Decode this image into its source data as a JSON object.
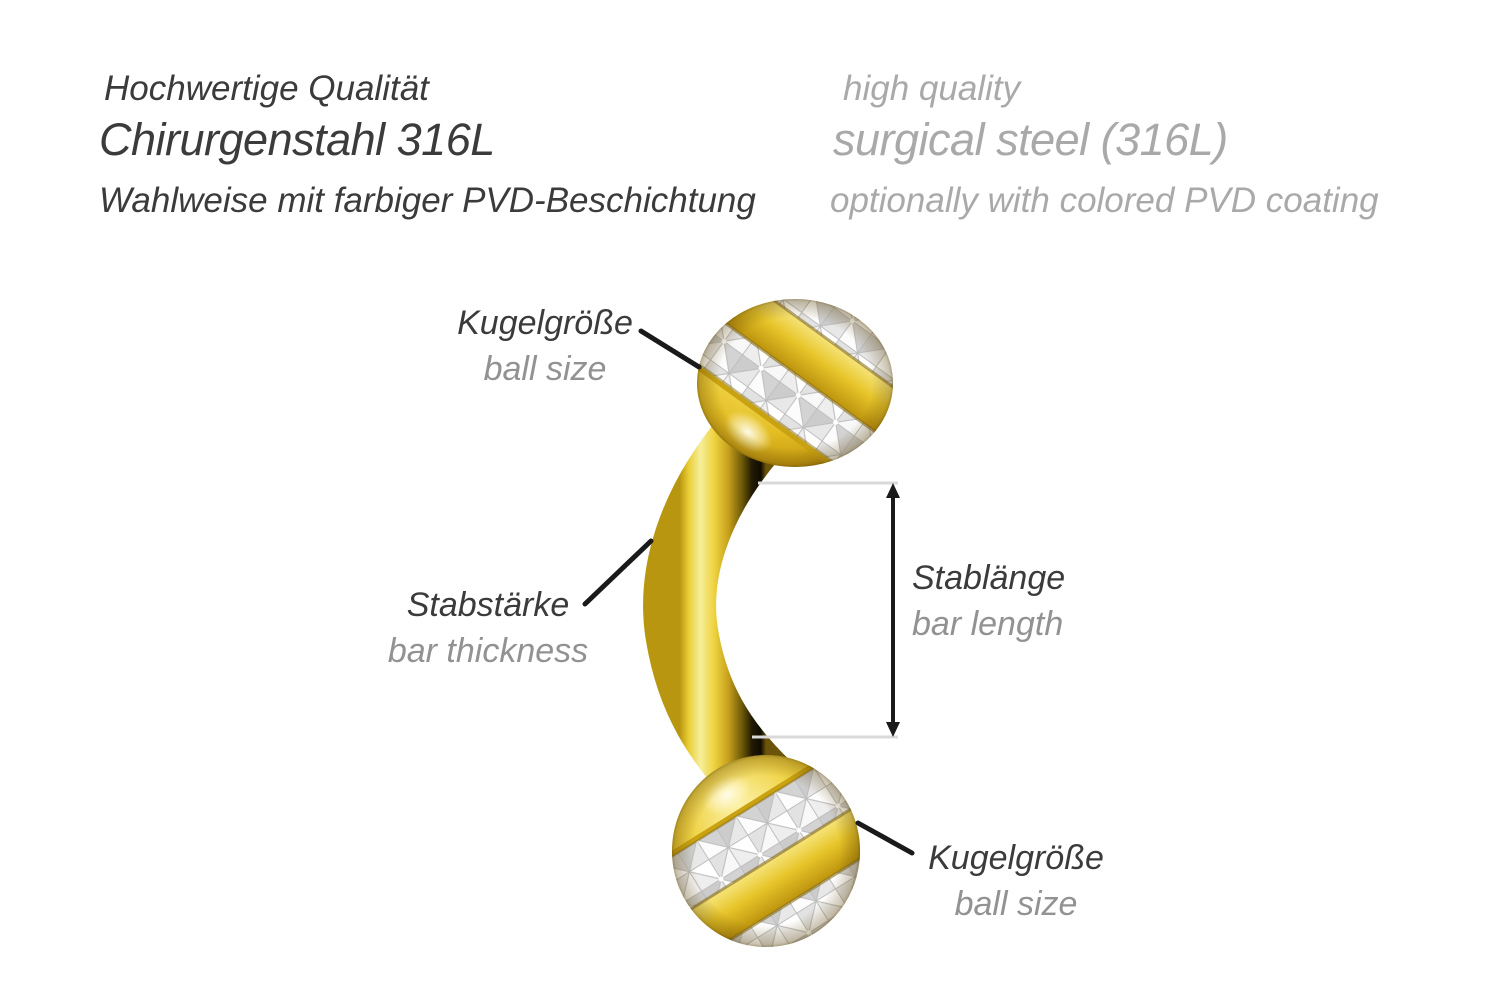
{
  "header": {
    "de": {
      "line1": "Hochwertige Qualität",
      "line2": "Chirurgenstahl 316L",
      "line3": "Wahlweise mit farbiger PVD-Beschichtung"
    },
    "en": {
      "line1": "high quality",
      "line2": "surgical steel (316L)",
      "line3": "optionally with colored PVD coating"
    }
  },
  "annotations": {
    "ball_size_top": {
      "de": "Kugelgröße",
      "en": "ball size"
    },
    "bar_thickness": {
      "de": "Stabstärke",
      "en": "bar thickness"
    },
    "bar_length": {
      "de": "Stablänge",
      "en": "bar length"
    },
    "ball_size_bottom": {
      "de": "Kugelgröße",
      "en": "ball size"
    }
  },
  "product": {
    "type": "curved barbell (banana) with two crystal-banded balls",
    "material_color": "gold"
  },
  "colors": {
    "gold_main": "#e7c52a",
    "gold_highlight": "#f9ef9c",
    "gold_shadow": "#3c2f05",
    "text_dark": "#3b3b3b",
    "text_gray": "#a9a9a9",
    "sublabel_gray": "#929292",
    "dimension_line_gray": "#d9d9d9",
    "leader_line_black": "#1a1a1a"
  }
}
